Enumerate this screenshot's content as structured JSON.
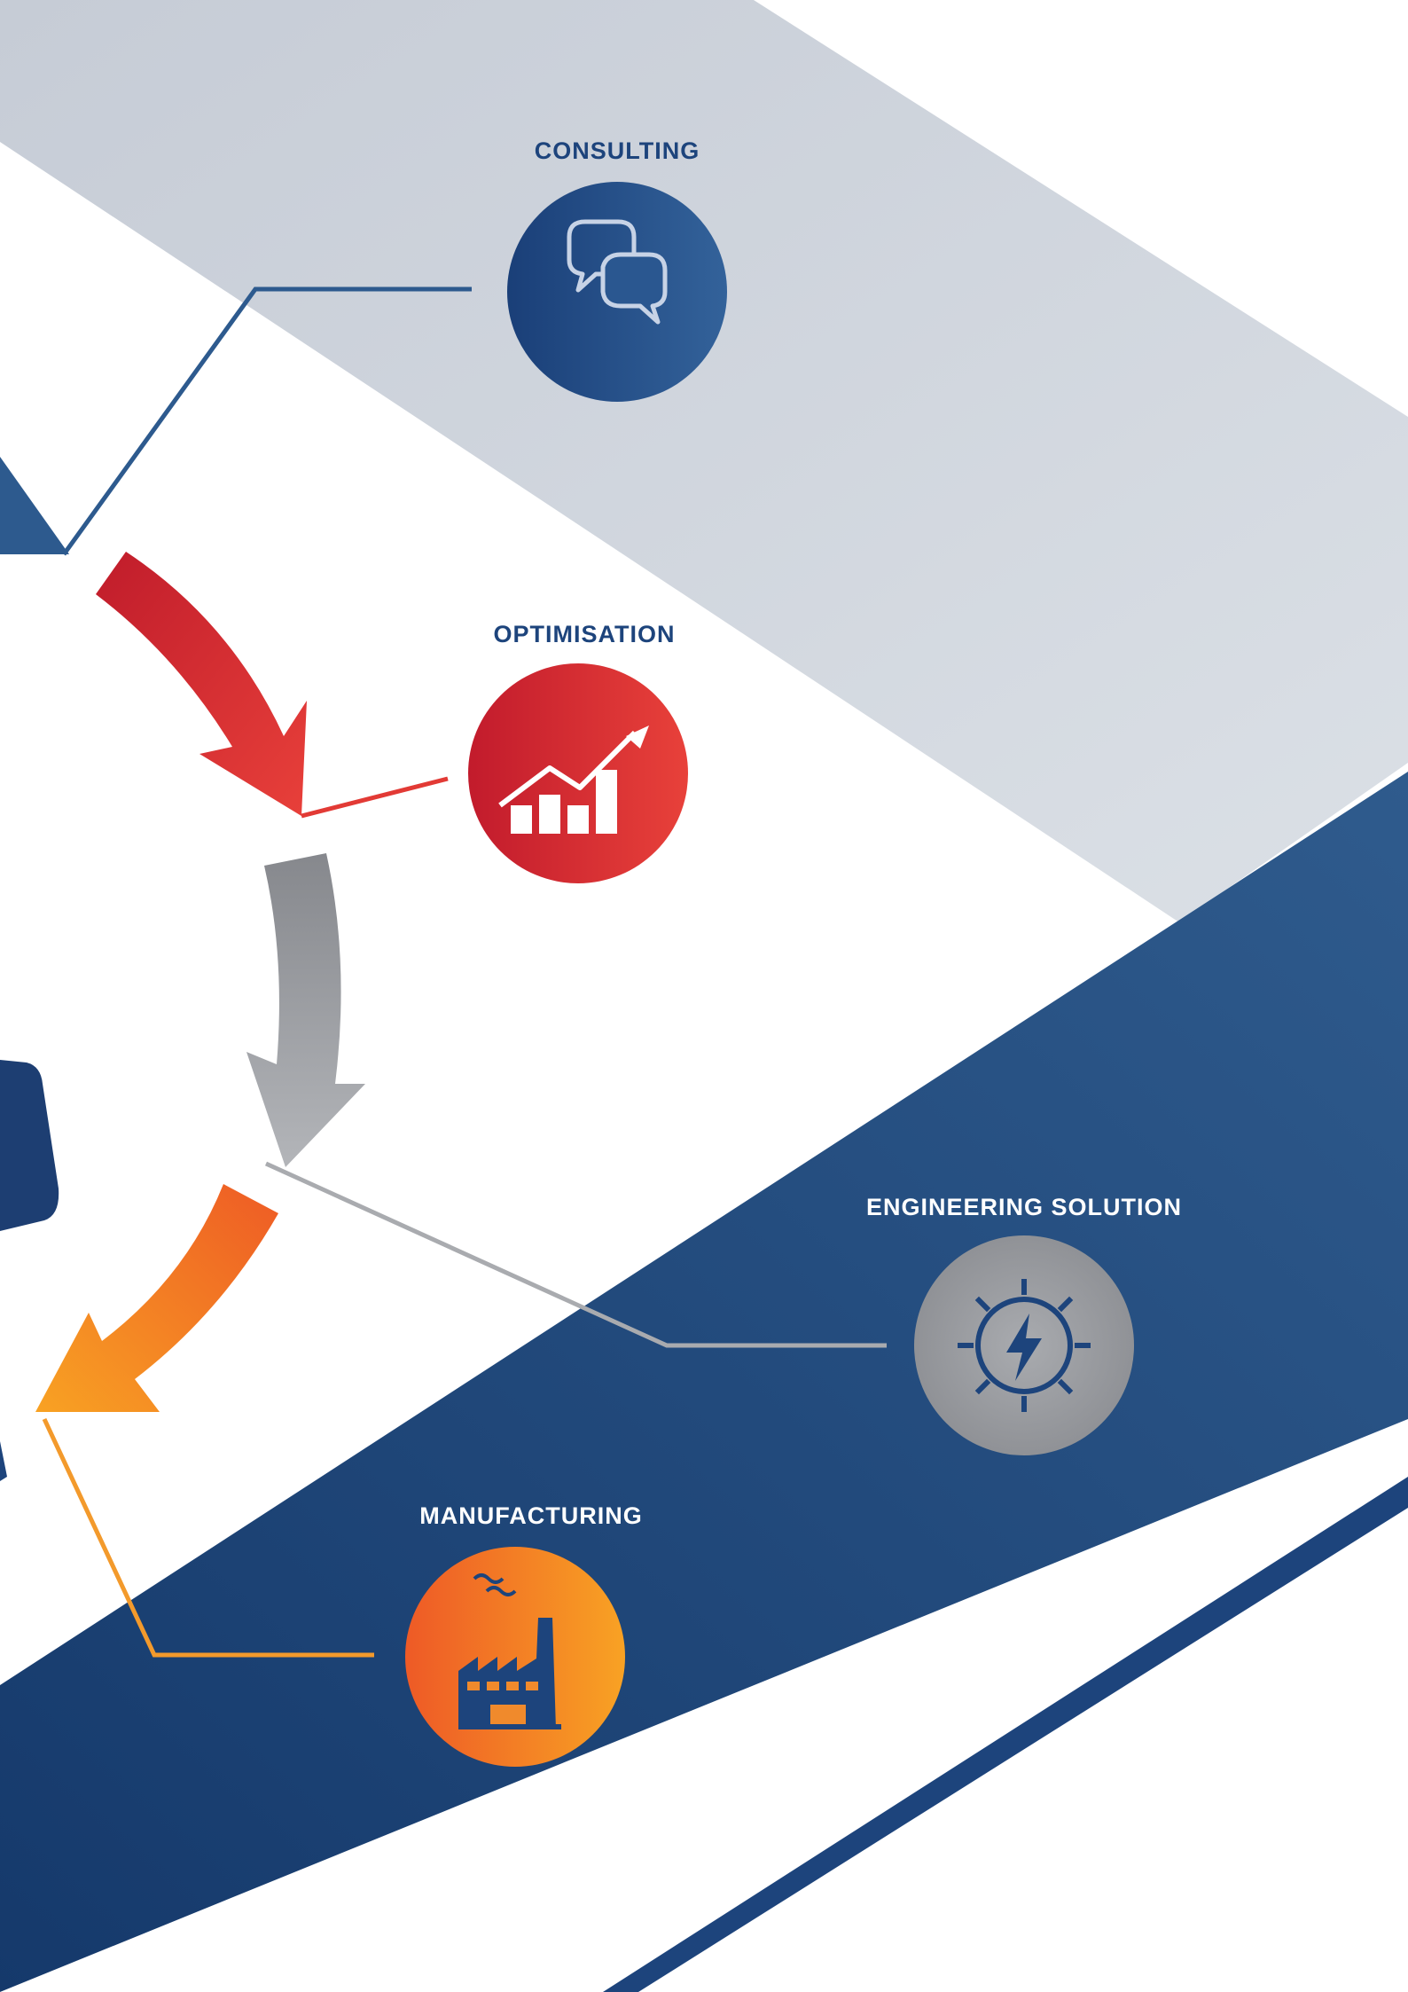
{
  "colors": {
    "navy": "#1d447c",
    "navy_light": "#2d5a8e",
    "grey_band": "#cdd3dc",
    "red": "#d3262f",
    "grey": "#8f9196",
    "orange": "#f06a25"
  },
  "steps": [
    {
      "label": "CONSULTING",
      "icon": "speech-bubbles-icon",
      "color": "#1d447c"
    },
    {
      "label": "OPTIMISATION",
      "icon": "rising-chart-icon",
      "color": "#d3262f"
    },
    {
      "label": "ENGINEERING SOLUTION",
      "icon": "gear-lightning-icon",
      "color": "#8f9196"
    },
    {
      "label": "MANUFACTURING",
      "icon": "factory-icon",
      "color": "#f06a25"
    }
  ]
}
